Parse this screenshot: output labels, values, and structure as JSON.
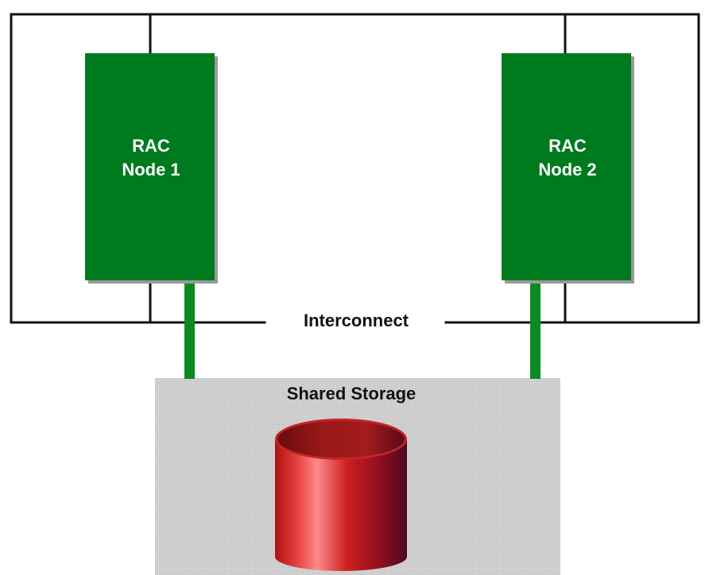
{
  "nodes": [
    {
      "line1": "RAC",
      "line2": "Node 1"
    },
    {
      "line1": "RAC",
      "line2": "Node 2"
    }
  ],
  "interconnect": {
    "label": "Interconnect"
  },
  "storage": {
    "label": "Shared Storage"
  },
  "colors": {
    "node_fill": "#007a1e",
    "node_shadow": "#9a9a9a",
    "link_green": "#0b8a22",
    "wire": "#111111",
    "storage_panel": "#cfcfcf",
    "cylinder_light": "#ff7a7a",
    "cylinder_mid": "#d42020",
    "cylinder_dark": "#5a0a1e"
  }
}
